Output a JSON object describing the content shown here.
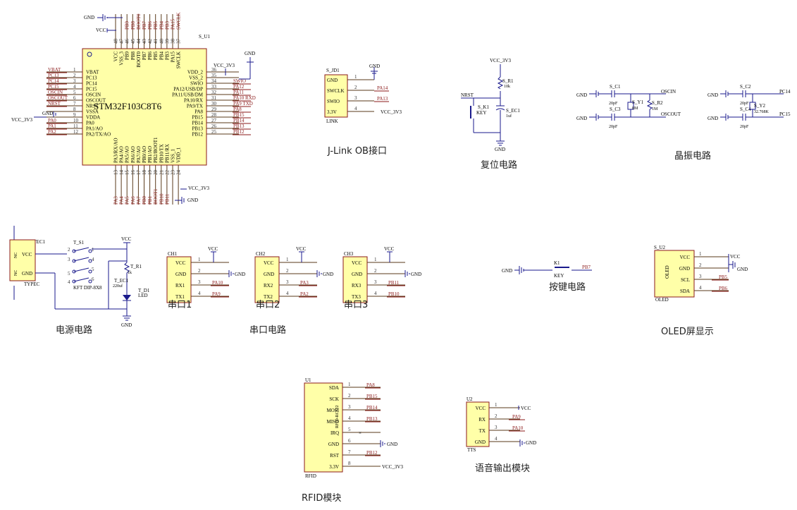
{
  "mcu": {
    "designator": "S_U1",
    "part": "STM32F103C8T6",
    "left_pins": [
      {
        "num": "1",
        "name": "VBAT",
        "net": "VBAT"
      },
      {
        "num": "2",
        "name": "PC13",
        "net": "PC13"
      },
      {
        "num": "3",
        "name": "PC14",
        "net": "PC14"
      },
      {
        "num": "4",
        "name": "PC15",
        "net": "PC15"
      },
      {
        "num": "5",
        "name": "OSCIN",
        "net": "OSCIN"
      },
      {
        "num": "6",
        "name": "OSCOUT",
        "net": "OSCOUT"
      },
      {
        "num": "7",
        "name": "NRST",
        "net": "NRST"
      },
      {
        "num": "8",
        "name": "VSSA",
        "net": "GND"
      },
      {
        "num": "9",
        "name": "VDDA",
        "net": "VCC_3V3"
      },
      {
        "num": "10",
        "name": "PA0",
        "net": "PA0"
      },
      {
        "num": "11",
        "name": "PA1/AO",
        "net": "PA1"
      },
      {
        "num": "12",
        "name": "PA2/TX/AO",
        "net": "PA2"
      }
    ],
    "right_pins": [
      {
        "num": "36",
        "name": "VDD_2",
        "net": "VCC_3V3"
      },
      {
        "num": "35",
        "name": "VSS_2",
        "net": ""
      },
      {
        "num": "34",
        "name": "SWIO",
        "net": "SWIO"
      },
      {
        "num": "33",
        "name": "PA12/USB/DP",
        "net": "PA12"
      },
      {
        "num": "32",
        "name": "PA11/USB/DM",
        "net": "PA11"
      },
      {
        "num": "31",
        "name": "PA10/RX",
        "net": "PA10  RXD"
      },
      {
        "num": "30",
        "name": "PA9/TX",
        "net": "PA9   TXD"
      },
      {
        "num": "29",
        "name": "PA8",
        "net": "PA8"
      },
      {
        "num": "28",
        "name": "PB15",
        "net": "PB15"
      },
      {
        "num": "27",
        "name": "PB14",
        "net": "PB14"
      },
      {
        "num": "26",
        "name": "PB13",
        "net": "PB13"
      },
      {
        "num": "25",
        "name": "PB12",
        "net": "PB12"
      }
    ],
    "top_pins": [
      {
        "num": "48",
        "name": "VCC",
        "net": ""
      },
      {
        "num": "47",
        "name": "VSS_3",
        "net": ""
      },
      {
        "num": "46",
        "name": "PB9",
        "net": "PB9"
      },
      {
        "num": "45",
        "name": "PB8",
        "net": "PB8"
      },
      {
        "num": "44",
        "name": "BOOT0",
        "net": "BOOT0"
      },
      {
        "num": "43",
        "name": "PB7",
        "net": "PB7"
      },
      {
        "num": "42",
        "name": "PB6",
        "net": "PB6"
      },
      {
        "num": "41",
        "name": "PB5",
        "net": "PB5"
      },
      {
        "num": "40",
        "name": "PB4",
        "net": "PB4"
      },
      {
        "num": "39",
        "name": "PB3",
        "net": "PB3"
      },
      {
        "num": "38",
        "name": "PA15",
        "net": "PA15"
      },
      {
        "num": "37",
        "name": "SWCLK",
        "net": "SWCLK"
      }
    ],
    "bottom_pins": [
      {
        "num": "13",
        "name": "PA3/RX/AO",
        "net": "PA3"
      },
      {
        "num": "14",
        "name": "PA4/AO",
        "net": "PA4"
      },
      {
        "num": "15",
        "name": "PA5/AO",
        "net": "PA5"
      },
      {
        "num": "16",
        "name": "PA6/AO",
        "net": "PA6"
      },
      {
        "num": "17",
        "name": "PA7/AO",
        "net": "PA7"
      },
      {
        "num": "18",
        "name": "PB0/AO",
        "net": "PB0"
      },
      {
        "num": "19",
        "name": "PB1/AO",
        "net": "PB1"
      },
      {
        "num": "20",
        "name": "PB2/BOOT1",
        "net": "BOOT1"
      },
      {
        "num": "21",
        "name": "PB10/TX",
        "net": "PB10"
      },
      {
        "num": "22",
        "name": "PB11/RX",
        "net": "PB11"
      },
      {
        "num": "23",
        "name": "VSS_1",
        "net": ""
      },
      {
        "num": "24",
        "name": "VDD_1",
        "net": ""
      }
    ],
    "gnd": "GND",
    "vcc": "VCC",
    "vcc33": "VCC_3V3"
  },
  "jlink": {
    "designator": "S_JD1",
    "sub": "LINK",
    "pins": [
      {
        "num": "1",
        "name": "GND",
        "net": "GND"
      },
      {
        "num": "2",
        "name": "SWCLK",
        "net": "PA14"
      },
      {
        "num": "3",
        "name": "SWIO",
        "net": "PA13"
      },
      {
        "num": "4",
        "name": "3.3V",
        "net": "VCC_3V3"
      }
    ],
    "caption": "J-Link OB接口"
  },
  "reset": {
    "vcc": "VCC_3V3",
    "r": "S_R1",
    "rv": "10k",
    "nrst": "NRST",
    "key": "S_K1",
    "keyv": "KEY",
    "cap": "S_EC1",
    "capv": "1uf",
    "gnd": "GND",
    "caption": "复位电路"
  },
  "crystal": {
    "c1": "S_C1",
    "c1v": "20pF",
    "c3": "S_C3",
    "c3v": "20pF",
    "y1": "S_Y1",
    "y1v": "8M",
    "r2": "S_R2",
    "r2v": "1M",
    "oscin": "OSCIN",
    "oscout": "OSCOUT",
    "c2": "S_C2",
    "c2v": "20pF",
    "c4": "S_C4",
    "c4v": "20pF",
    "y2": "S_Y2",
    "y2v": "32.768K",
    "pc14": "PC14",
    "pc15": "PC15",
    "gnd": "GND",
    "caption": "晶振电路"
  },
  "power": {
    "tec": "S_TEC1",
    "typec": "TYPEC",
    "nc": "NC",
    "vccpin": "VCC",
    "gndpin": "GND",
    "sw": "T_S1",
    "swv": "KFT DIP-8X8",
    "r": "T_R1",
    "rv": "1k",
    "ec": "T_EC1",
    "ecv": "220uf",
    "led": "T_D1",
    "ledv": "LED",
    "vcc": "VCC",
    "gnd": "GND",
    "caption": "电源电路"
  },
  "uart": {
    "channels": [
      {
        "des": "CH1",
        "sub": "串口1",
        "pins": [
          "VCC",
          "GND",
          "RX1",
          "TX1"
        ],
        "nets": [
          "VCC",
          "GND",
          "PA10",
          "PA9"
        ]
      },
      {
        "des": "CH2",
        "sub": "串口2",
        "pins": [
          "VCC",
          "GND",
          "RX2",
          "TX2"
        ],
        "nets": [
          "VCC",
          "GND",
          "PA3",
          "PA2"
        ]
      },
      {
        "des": "CH3",
        "sub": "串口3",
        "pins": [
          "VCC",
          "GND",
          "RX3",
          "TX3"
        ],
        "nets": [
          "VCC",
          "GND",
          "PB11",
          "PB10"
        ]
      }
    ],
    "caption": "串口电路"
  },
  "key": {
    "des": "K1",
    "val": "KEY",
    "gnd": "GND",
    "net": "PB7",
    "caption": "按键电路"
  },
  "oled": {
    "des": "S_U2",
    "part": "OLED",
    "sub": "OLED",
    "pins": [
      {
        "num": "1",
        "name": "VCC",
        "net": "VCC"
      },
      {
        "num": "2",
        "name": "GND",
        "net": "GND"
      },
      {
        "num": "3",
        "name": "SCL",
        "net": "PB5"
      },
      {
        "num": "4",
        "name": "SDA",
        "net": "PB6"
      }
    ],
    "caption": "OLED屏显示"
  },
  "rfid": {
    "des": "U1",
    "part": "RFID-RC522",
    "sub": "RFID",
    "pins": [
      {
        "num": "1",
        "name": "SDA",
        "net": "PA8"
      },
      {
        "num": "2",
        "name": "SCK",
        "net": "PB15"
      },
      {
        "num": "3",
        "name": "MOSI",
        "net": "PB14"
      },
      {
        "num": "4",
        "name": "MISO",
        "net": "PB13"
      },
      {
        "num": "5",
        "name": "IRQ",
        "net": ""
      },
      {
        "num": "6",
        "name": "GND",
        "net": "GND"
      },
      {
        "num": "7",
        "name": "RST",
        "net": "PB12"
      },
      {
        "num": "8",
        "name": "3.3V",
        "net": "VCC_3V3"
      }
    ],
    "caption": "RFID模块"
  },
  "voice": {
    "des": "U2",
    "sub": "TTS",
    "pins": [
      {
        "num": "1",
        "name": "VCC",
        "net": "VCC"
      },
      {
        "num": "2",
        "name": "RX",
        "net": "PA9"
      },
      {
        "num": "3",
        "name": "TX",
        "net": "PA10"
      },
      {
        "num": "4",
        "name": "GND",
        "net": "GND"
      }
    ],
    "caption": "语音输出模块"
  },
  "colors": {
    "wire": "#1a1a8c",
    "chip_fill": "#ffffa8",
    "chip_border": "#8b1a1a",
    "net": "#8b1a1a"
  }
}
